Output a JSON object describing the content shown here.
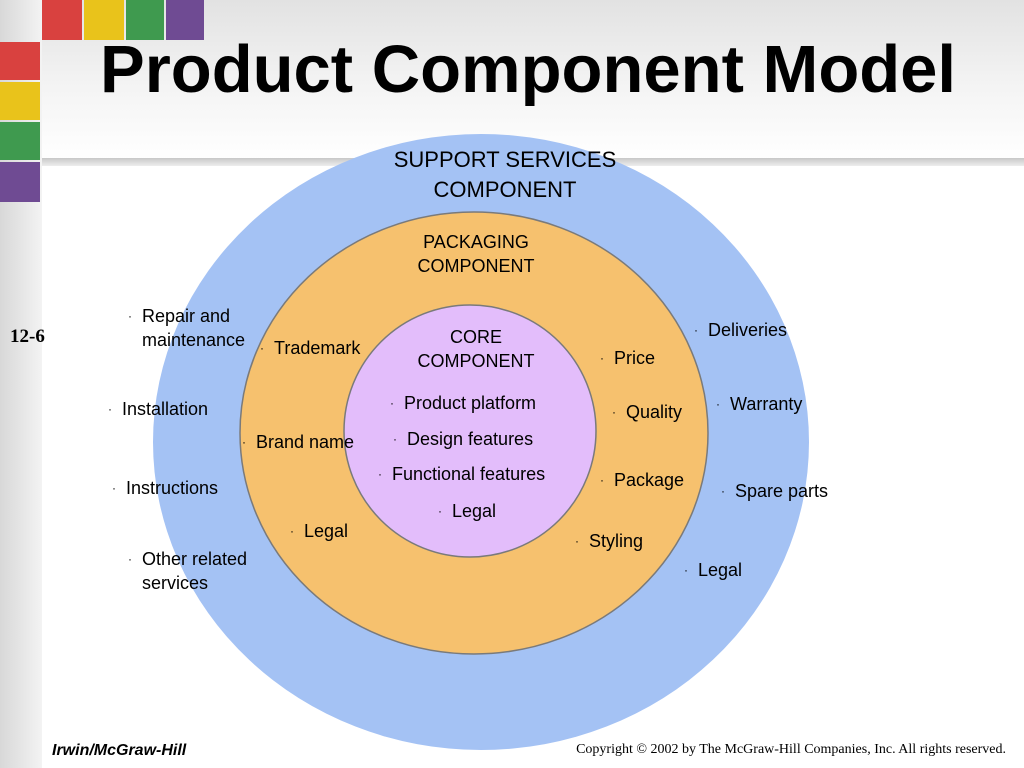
{
  "title": "Product Component Model",
  "slide_number": "12-6",
  "colors": {
    "outer_ring": "#a4c2f4",
    "middle_ring": "#f6c16e",
    "core": "#e3bdfb",
    "stroke": "#7a7a7a",
    "deco_red": "#d9413f",
    "deco_yellow": "#e9c31b",
    "deco_green": "#3f9a4f",
    "deco_purple": "#6f4b93"
  },
  "rings": {
    "support": {
      "title": "SUPPORT SERVICES\nCOMPONENT"
    },
    "packaging": {
      "title": "PACKAGING\nCOMPONENT"
    },
    "core": {
      "title": "CORE\nCOMPONENT"
    }
  },
  "items": {
    "support_left": [
      "Repair and\nmaintenance",
      "Installation",
      "Instructions",
      "Other related\nservices"
    ],
    "support_right": [
      "Deliveries",
      "Warranty",
      "Spare parts",
      "Legal"
    ],
    "packaging_left": [
      "Trademark",
      "Brand name",
      "Legal"
    ],
    "packaging_right": [
      "Price",
      "Quality",
      "Package",
      "Styling"
    ],
    "core": [
      "Product platform",
      "Design features",
      "Functional features",
      "Legal"
    ]
  },
  "bullet": "·",
  "footer": {
    "publisher": "Irwin/McGraw-Hill",
    "copyright": "Copyright © 2002 by The McGraw-Hill Companies, Inc.  All rights reserved."
  }
}
